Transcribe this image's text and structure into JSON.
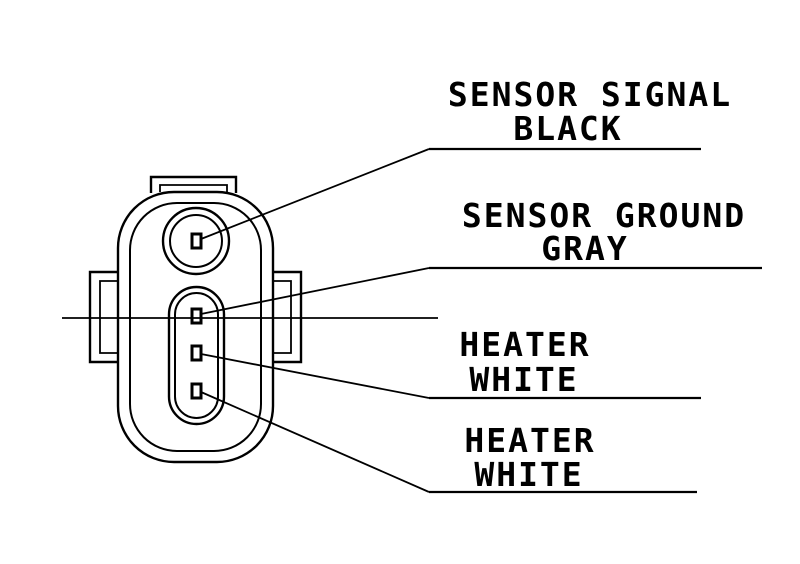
{
  "diagram": {
    "type": "connector-pinout",
    "ink_color": "#000000",
    "background_color": "#ffffff",
    "pins": [
      {
        "id": 1,
        "label_line1": "SENSOR SIGNAL",
        "label_line2": "BLACK"
      },
      {
        "id": 2,
        "label_line1": "SENSOR GROUND",
        "label_line2": "GRAY"
      },
      {
        "id": 3,
        "label_line1": "HEATER",
        "label_line2": "WHITE"
      },
      {
        "id": 4,
        "label_line1": "HEATER",
        "label_line2": "WHITE"
      }
    ]
  }
}
